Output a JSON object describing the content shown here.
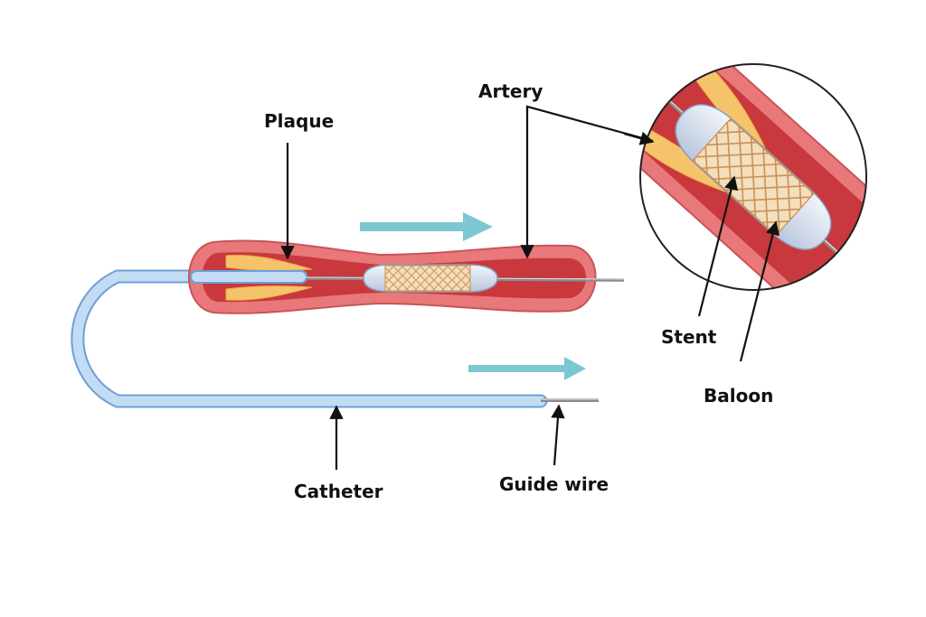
{
  "labels": {
    "plaque": "Plaque",
    "artery": "Artery",
    "stent": "Stent",
    "baloon": "Baloon",
    "catheter": "Catheter",
    "guide_wire": "Guide wire"
  },
  "colors": {
    "artery_wall": "#e8787a",
    "artery_outline": "#c95458",
    "lumen": "#c9383c",
    "plaque": "#f5c46a",
    "catheter": "#c3dcf5",
    "catheter_outline": "#6e9fd6",
    "flow_arrow": "#7cc7d2",
    "stent_mesh": "#d7a060",
    "balloon": "#dfe6f2",
    "leader": "#111111"
  },
  "icons": {
    "flow": "arrow-right-icon"
  }
}
